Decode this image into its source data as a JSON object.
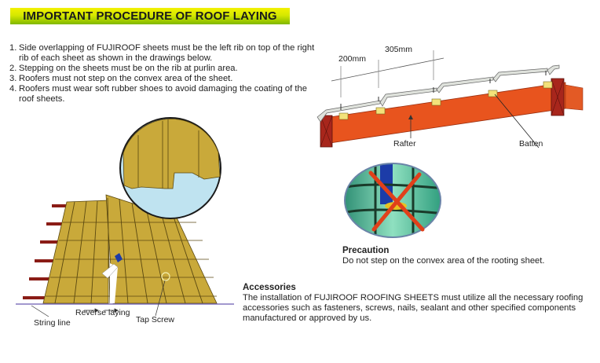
{
  "header": {
    "title": "IMPORTANT PROCEDURE OF ROOF LAYING"
  },
  "procedure_steps": [
    {
      "number": "1.",
      "text": "Side overlapping of FUJIROOF sheets must be the left rib on top of the right rib of each sheet as shown in the drawings below."
    },
    {
      "number": "2.",
      "text": "Stepping on the sheets must be on the rib at purlin area."
    },
    {
      "number": "3.",
      "text": "Roofers must not step on the convex area of the sheet."
    },
    {
      "number": "4.",
      "text": "Roofers must wear soft rubber shoes to avoid damaging the coating of the roof sheets."
    }
  ],
  "section_diagram": {
    "dimension_1": "200mm",
    "dimension_2": "305mm",
    "label_rafter": "Rafter",
    "label_batten": "Batten"
  },
  "laying_diagram": {
    "label_string_line": "String line",
    "label_reverse_laying": "Reverse laying",
    "label_tap_screw": "Tap Screw"
  },
  "precaution": {
    "title": "Precaution",
    "text": "Do not step on the convex area of the rooting sheet."
  },
  "accessories": {
    "title": "Accessories",
    "text": "The installation of FUJIROOF ROOFING SHEETS must utilize all the necessary roofing accessories such as fasteners, screws, nails, sealant and other specified components manufactured or approved by us."
  },
  "colors": {
    "banner_top": "#f2f200",
    "banner_bottom": "#7fb800",
    "rafter": "#e8541e",
    "post": "#a8261c",
    "sheet_gold": "#c9a93a",
    "water_blue": "#bfe3f0",
    "precaution_green": "#3fb89a",
    "cross_red": "#e0401a"
  }
}
